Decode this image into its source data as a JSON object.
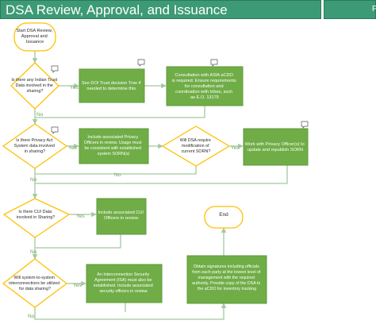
{
  "title": {
    "main": "DSA Review, Approval, and Issuance",
    "tab": "F"
  },
  "nodes": {
    "start": [
      "Start DSA Review,",
      "Approval and",
      "Issuance"
    ],
    "q_indian_trust": [
      "Is there any Indian Trust",
      "Data involved in the",
      "sharing?"
    ],
    "doi_trust": [
      "See DOI Trust decision Tree if",
      "needed to determine this."
    ],
    "consultation": [
      "Consultation with ASIA aCDO",
      "is required.  Ensure requirements",
      "for consultation and",
      "coordination with tribes, such",
      "as E.O. 13175"
    ],
    "q_privacy_act": [
      "Is there Privacy Act",
      "System data involved",
      "in sharing?"
    ],
    "privacy_officers": [
      "Include associated Privacy",
      "Officers in review.  Usage must",
      "be consistent with established",
      "system SORN(s)"
    ],
    "q_sorn": [
      "Will DSA require",
      "modification of",
      "current SORN?"
    ],
    "work_privacy": [
      "Work with Privacy Officer(s) to",
      "update and republish SORN"
    ],
    "q_cui": [
      "Is there CUI Data",
      "involved in Sharing?"
    ],
    "cui_officers": [
      "Include associated CUI",
      "Officers in review."
    ],
    "end": [
      "End"
    ],
    "signatures": [
      "Obtain signatures including officials",
      "from each party at the lowest level of",
      "management with the required",
      "authority.  Provide copy of the DSA to",
      "the aCDO for inventory tracking"
    ],
    "q_interconnection": [
      "Will system-to-system",
      "interconnections be utilized",
      "for data sharing?"
    ],
    "isa": [
      "An Interconnection Security",
      "Agreement (ISA) must also be",
      "established.  Include associated",
      "security officers in review."
    ]
  },
  "edge_labels": {
    "yes": "Yes",
    "no": "No"
  },
  "colors": {
    "title_bg": "#3d9a76",
    "process_fill": "#70ad47",
    "process_stroke": "#5e9a39",
    "decision_stroke": "#ffc000",
    "edge": "#a5c8a0",
    "edge_label": "#6fa35c",
    "label_dark": "#2a2a2a"
  },
  "icons": [
    "comment-icon",
    "arrow-head-icon"
  ]
}
